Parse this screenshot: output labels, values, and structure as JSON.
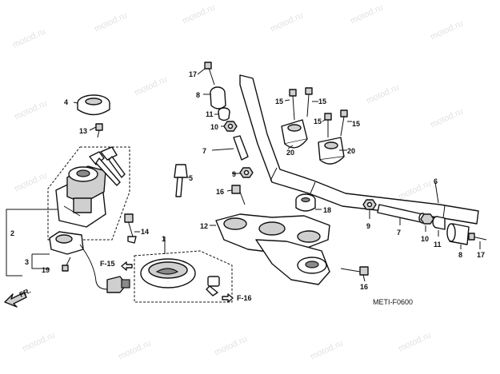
{
  "watermark": "motod.ru",
  "diagram_code": "METI-F0600",
  "direction_label": "FR.",
  "reference_labels": {
    "f15": "F-15",
    "f16": "F-16"
  },
  "callouts": {
    "c1": "1",
    "c2": "2",
    "c3": "3",
    "c4": "4",
    "c5": "5",
    "c6": "6",
    "c7a": "7",
    "c7b": "7",
    "c8a": "8",
    "c8b": "8",
    "c9a": "9",
    "c9b": "9",
    "c10a": "10",
    "c10b": "10",
    "c11a": "11",
    "c11b": "11",
    "c12": "12",
    "c13": "13",
    "c14": "14",
    "c15a": "15",
    "c15b": "15",
    "c15c": "15",
    "c15d": "15",
    "c16a": "16",
    "c16b": "16",
    "c17a": "17",
    "c17b": "17",
    "c18": "18",
    "c19": "19",
    "c20a": "20",
    "c20b": "20"
  }
}
